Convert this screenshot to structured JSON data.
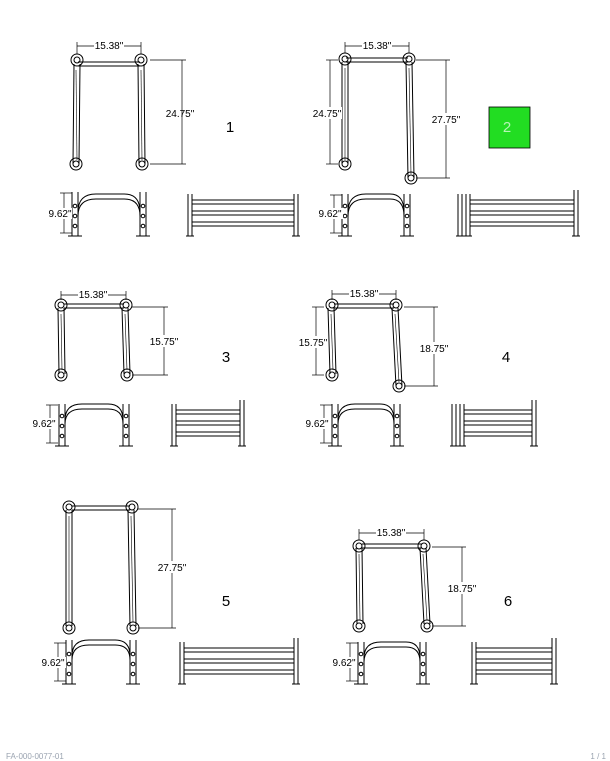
{
  "diagrams": [
    {
      "number": "1",
      "top_width": "15.38\"",
      "left_height": "",
      "right_height": "24.75\"",
      "side_height": "9.62\"",
      "highlighted": false
    },
    {
      "number": "2",
      "top_width": "15.38\"",
      "left_height": "24.75\"",
      "right_height": "27.75\"",
      "side_height": "9.62\"",
      "highlighted": true
    },
    {
      "number": "3",
      "top_width": "15.38\"",
      "left_height": "",
      "right_height": "15.75\"",
      "side_height": "9.62\"",
      "highlighted": false
    },
    {
      "number": "4",
      "top_width": "15.38\"",
      "left_height": "15.75\"",
      "right_height": "18.75\"",
      "side_height": "9.62\"",
      "highlighted": false
    },
    {
      "number": "5",
      "top_width": "",
      "left_height": "",
      "right_height": "27.75\"",
      "side_height": "9.62\"",
      "highlighted": false
    },
    {
      "number": "6",
      "top_width": "15.38\"",
      "left_height": "",
      "right_height": "18.75\"",
      "side_height": "9.62\"",
      "highlighted": false
    }
  ],
  "colors": {
    "line": "#000000",
    "highlight_fill": "#22dd22",
    "highlight_text": "#b6f5b6"
  },
  "footer": {
    "left_text": "FA-000-0077-01",
    "right_text": "1 / 1"
  }
}
